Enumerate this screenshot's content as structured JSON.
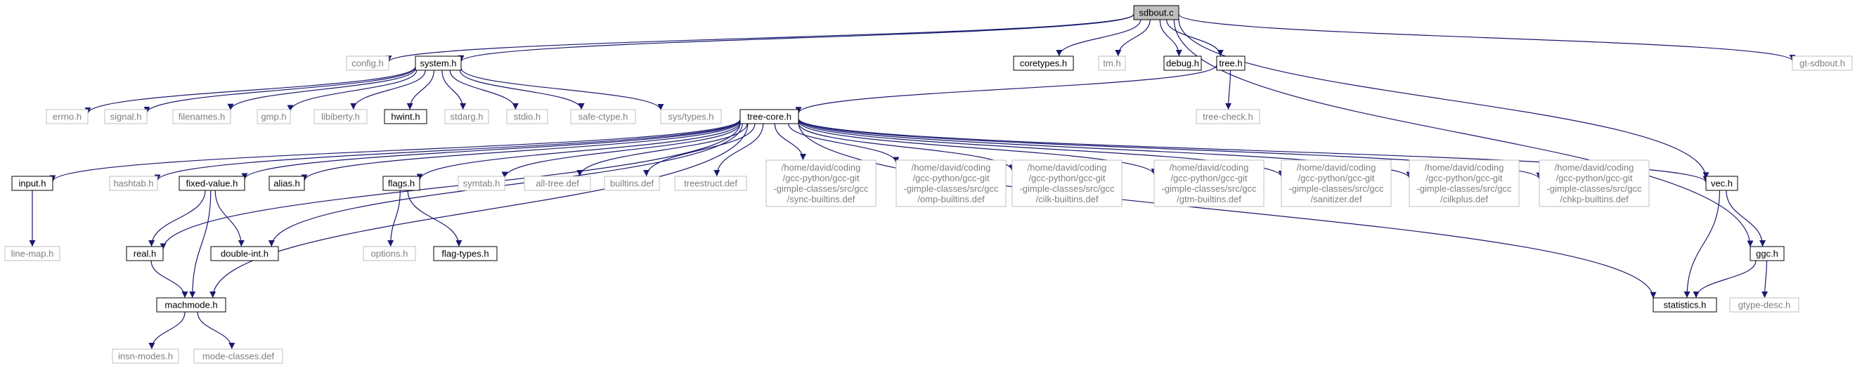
{
  "diagram": {
    "colors": {
      "edge": "#191970",
      "black_box": "#000000",
      "grey_box": "#bfbfbf",
      "root_fill": "#bfbfbf",
      "black_text": "#000000",
      "grey_text": "#7f7f7f"
    },
    "nodes": [
      {
        "id": "sdbout",
        "lines": [
          "sdbout.c"
        ],
        "style": "root"
      },
      {
        "id": "config",
        "lines": [
          "config.h"
        ],
        "style": "grey"
      },
      {
        "id": "system",
        "lines": [
          "system.h"
        ],
        "style": "black"
      },
      {
        "id": "coretypes",
        "lines": [
          "coretypes.h"
        ],
        "style": "black"
      },
      {
        "id": "tm",
        "lines": [
          "tm.h"
        ],
        "style": "grey"
      },
      {
        "id": "debug",
        "lines": [
          "debug.h"
        ],
        "style": "black"
      },
      {
        "id": "tree",
        "lines": [
          "tree.h"
        ],
        "style": "black"
      },
      {
        "id": "gtsdbout",
        "lines": [
          "gt-sdbout.h"
        ],
        "style": "grey"
      },
      {
        "id": "errno",
        "lines": [
          "errno.h"
        ],
        "style": "grey"
      },
      {
        "id": "signal",
        "lines": [
          "signal.h"
        ],
        "style": "grey"
      },
      {
        "id": "filenames",
        "lines": [
          "filenames.h"
        ],
        "style": "grey"
      },
      {
        "id": "gmp",
        "lines": [
          "gmp.h"
        ],
        "style": "grey"
      },
      {
        "id": "libiberty",
        "lines": [
          "libiberty.h"
        ],
        "style": "grey"
      },
      {
        "id": "hwint",
        "lines": [
          "hwint.h"
        ],
        "style": "black"
      },
      {
        "id": "stdarg",
        "lines": [
          "stdarg.h"
        ],
        "style": "grey"
      },
      {
        "id": "stdio",
        "lines": [
          "stdio.h"
        ],
        "style": "grey"
      },
      {
        "id": "safectype",
        "lines": [
          "safe-ctype.h"
        ],
        "style": "grey"
      },
      {
        "id": "systypes",
        "lines": [
          "sys/types.h"
        ],
        "style": "grey"
      },
      {
        "id": "treecore",
        "lines": [
          "tree-core.h"
        ],
        "style": "black"
      },
      {
        "id": "treecheck",
        "lines": [
          "tree-check.h"
        ],
        "style": "grey"
      },
      {
        "id": "input",
        "lines": [
          "input.h"
        ],
        "style": "black"
      },
      {
        "id": "hashtab",
        "lines": [
          "hashtab.h"
        ],
        "style": "grey"
      },
      {
        "id": "fixedvalue",
        "lines": [
          "fixed-value.h"
        ],
        "style": "black"
      },
      {
        "id": "alias",
        "lines": [
          "alias.h"
        ],
        "style": "black"
      },
      {
        "id": "flags",
        "lines": [
          "flags.h"
        ],
        "style": "black"
      },
      {
        "id": "symtab",
        "lines": [
          "symtab.h"
        ],
        "style": "grey"
      },
      {
        "id": "alltree",
        "lines": [
          "all-tree.def"
        ],
        "style": "grey"
      },
      {
        "id": "builtins",
        "lines": [
          "builtins.def"
        ],
        "style": "grey"
      },
      {
        "id": "treestruct",
        "lines": [
          "treestruct.def"
        ],
        "style": "grey"
      },
      {
        "id": "syncb",
        "lines": [
          "/home/david/coding",
          "/gcc-python/gcc-git",
          "-gimple-classes/src/gcc",
          "/sync-builtins.def"
        ],
        "style": "grey"
      },
      {
        "id": "ompb",
        "lines": [
          "/home/david/coding",
          "/gcc-python/gcc-git",
          "-gimple-classes/src/gcc",
          "/omp-builtins.def"
        ],
        "style": "grey"
      },
      {
        "id": "cilkb",
        "lines": [
          "/home/david/coding",
          "/gcc-python/gcc-git",
          "-gimple-classes/src/gcc",
          "/cilk-builtins.def"
        ],
        "style": "grey"
      },
      {
        "id": "gtmb",
        "lines": [
          "/home/david/coding",
          "/gcc-python/gcc-git",
          "-gimple-classes/src/gcc",
          "/gtm-builtins.def"
        ],
        "style": "grey"
      },
      {
        "id": "sanitizer",
        "lines": [
          "/home/david/coding",
          "/gcc-python/gcc-git",
          "-gimple-classes/src/gcc",
          "/sanitizer.def"
        ],
        "style": "grey"
      },
      {
        "id": "cilkplus",
        "lines": [
          "/home/david/coding",
          "/gcc-python/gcc-git",
          "-gimple-classes/src/gcc",
          "/cilkplus.def"
        ],
        "style": "grey"
      },
      {
        "id": "chkpb",
        "lines": [
          "/home/david/coding",
          "/gcc-python/gcc-git",
          "-gimple-classes/src/gcc",
          "/chkp-builtins.def"
        ],
        "style": "grey"
      },
      {
        "id": "vec",
        "lines": [
          "vec.h"
        ],
        "style": "black"
      },
      {
        "id": "linemap",
        "lines": [
          "line-map.h"
        ],
        "style": "grey"
      },
      {
        "id": "real",
        "lines": [
          "real.h"
        ],
        "style": "black"
      },
      {
        "id": "doubleint",
        "lines": [
          "double-int.h"
        ],
        "style": "black"
      },
      {
        "id": "options",
        "lines": [
          "options.h"
        ],
        "style": "grey"
      },
      {
        "id": "flagtypes",
        "lines": [
          "flag-types.h"
        ],
        "style": "black"
      },
      {
        "id": "ggc",
        "lines": [
          "ggc.h"
        ],
        "style": "black"
      },
      {
        "id": "machmode",
        "lines": [
          "machmode.h"
        ],
        "style": "black"
      },
      {
        "id": "statistics",
        "lines": [
          "statistics.h"
        ],
        "style": "black"
      },
      {
        "id": "gtypedesc",
        "lines": [
          "gtype-desc.h"
        ],
        "style": "grey"
      },
      {
        "id": "insnmodes",
        "lines": [
          "insn-modes.h"
        ],
        "style": "grey"
      },
      {
        "id": "modeclasses",
        "lines": [
          "mode-classes.def"
        ],
        "style": "grey"
      }
    ],
    "edges": [
      [
        "sdbout",
        "config"
      ],
      [
        "sdbout",
        "system"
      ],
      [
        "sdbout",
        "coretypes"
      ],
      [
        "sdbout",
        "tm"
      ],
      [
        "sdbout",
        "debug"
      ],
      [
        "sdbout",
        "tree"
      ],
      [
        "sdbout",
        "gtsdbout"
      ],
      [
        "sdbout",
        "vec"
      ],
      [
        "sdbout",
        "ggc"
      ],
      [
        "system",
        "errno"
      ],
      [
        "system",
        "signal"
      ],
      [
        "system",
        "filenames"
      ],
      [
        "system",
        "gmp"
      ],
      [
        "system",
        "libiberty"
      ],
      [
        "system",
        "hwint"
      ],
      [
        "system",
        "stdarg"
      ],
      [
        "system",
        "stdio"
      ],
      [
        "system",
        "safectype"
      ],
      [
        "system",
        "systypes"
      ],
      [
        "tree",
        "treecore"
      ],
      [
        "tree",
        "treecheck"
      ],
      [
        "treecore",
        "input"
      ],
      [
        "treecore",
        "hashtab"
      ],
      [
        "treecore",
        "fixedvalue"
      ],
      [
        "treecore",
        "alias"
      ],
      [
        "treecore",
        "flags"
      ],
      [
        "treecore",
        "symtab"
      ],
      [
        "treecore",
        "alltree"
      ],
      [
        "treecore",
        "builtins"
      ],
      [
        "treecore",
        "treestruct"
      ],
      [
        "treecore",
        "syncb"
      ],
      [
        "treecore",
        "ompb"
      ],
      [
        "treecore",
        "cilkb"
      ],
      [
        "treecore",
        "gtmb"
      ],
      [
        "treecore",
        "sanitizer"
      ],
      [
        "treecore",
        "cilkplus"
      ],
      [
        "treecore",
        "chkpb"
      ],
      [
        "treecore",
        "vec"
      ],
      [
        "treecore",
        "real"
      ],
      [
        "treecore",
        "doubleint"
      ],
      [
        "treecore",
        "machmode"
      ],
      [
        "treecore",
        "statistics"
      ],
      [
        "input",
        "linemap"
      ],
      [
        "fixedvalue",
        "real"
      ],
      [
        "fixedvalue",
        "doubleint"
      ],
      [
        "fixedvalue",
        "machmode"
      ],
      [
        "flags",
        "options"
      ],
      [
        "flags",
        "flagtypes"
      ],
      [
        "real",
        "machmode"
      ],
      [
        "vec",
        "ggc"
      ],
      [
        "vec",
        "statistics"
      ],
      [
        "ggc",
        "statistics"
      ],
      [
        "ggc",
        "gtypedesc"
      ],
      [
        "machmode",
        "insnmodes"
      ],
      [
        "machmode",
        "modeclasses"
      ]
    ]
  }
}
